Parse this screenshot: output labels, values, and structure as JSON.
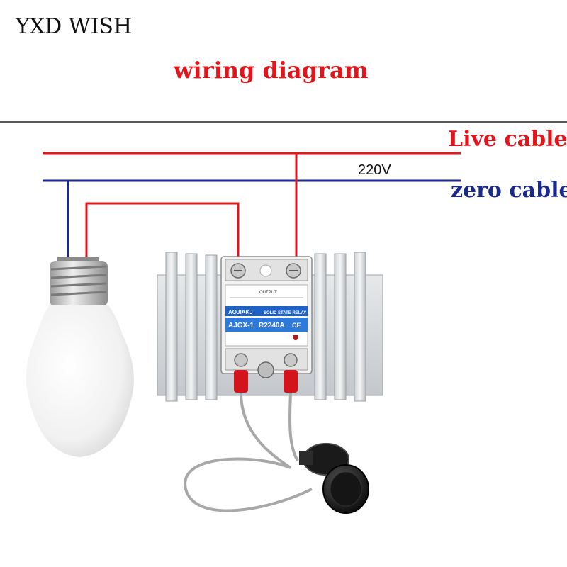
{
  "brand": "YXD WISH",
  "title": "wiring diagram",
  "live_cable": {
    "label": "Live cable",
    "color": "#e0161c"
  },
  "zero_cable": {
    "label": "zero cable",
    "color": "#1a2a8c"
  },
  "voltage": "220V",
  "relay": {
    "brand_text": "AOJIAKJ",
    "type_text": "SOLID STATE RELAY",
    "model_text": "AJGX-1",
    "part_text": "R2240A",
    "mark_text": "CE",
    "output_text": "OUTPUT"
  },
  "components": {
    "bulb": "light-bulb",
    "relay": "solid-state-relay",
    "potentiometer": "potentiometer-knob"
  }
}
